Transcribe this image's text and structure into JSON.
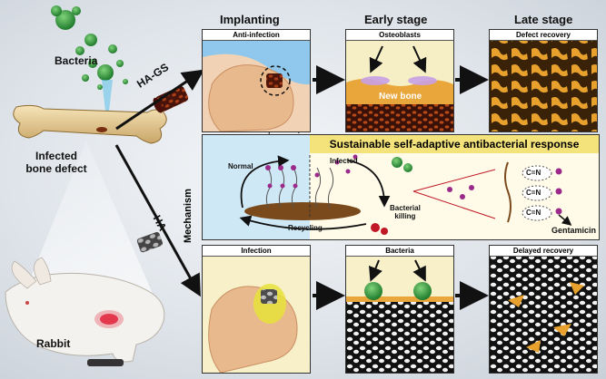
{
  "labels": {
    "bacteria_top": "Bacteria",
    "ha_gs": "HA-GS",
    "infected_bone_defect_line1": "Infected",
    "infected_bone_defect_line2": "bone defect",
    "ha": "HA",
    "rabbit": "Rabbit",
    "mechanism": "Mechanism"
  },
  "stages_top": {
    "implanting": "Implanting",
    "early_stage": "Early stage",
    "late_stage": "Late stage"
  },
  "panels_top": {
    "anti_infection": "Anti-infection",
    "osteoblasts": "Osteoblasts",
    "new_bone": "New bone",
    "defect_recovery": "Defect recovery"
  },
  "panels_bottom": {
    "infection": "Infection",
    "bacteria": "Bacteria",
    "delayed_recovery": "Delayed recovery"
  },
  "mechanism_box": {
    "title": "Sustainable self-adaptive antibacterial response",
    "normal": "Normal",
    "infected": "Infected",
    "bacterial_killing_line1": "Bacterial",
    "bacterial_killing_line2": "killing",
    "recycling": "Recycling",
    "bond": "C=N",
    "gentamicin": "Gentamicin"
  },
  "colors": {
    "bacteria_green": "#2e9a3a",
    "bone": "#e9cf9a",
    "title_yellow": "#f4e27a",
    "drug_purple": "#9b2a8a",
    "blood_red": "#c01826",
    "arrow": "#111111"
  }
}
